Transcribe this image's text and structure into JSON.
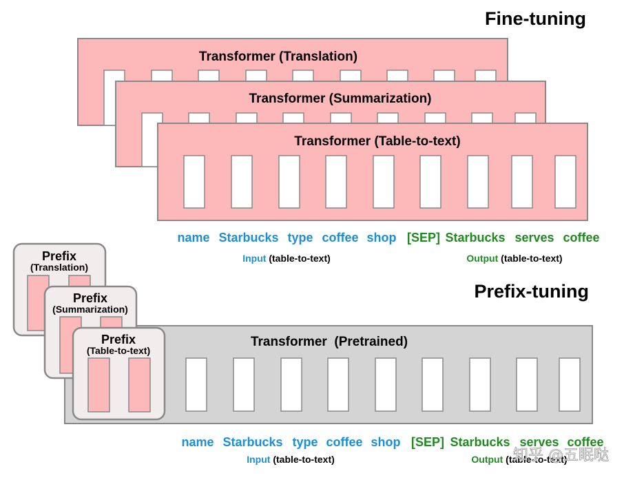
{
  "fine_tuning": {
    "heading": "Fine-tuning",
    "transformers": [
      {
        "title": "Transformer (Translation)"
      },
      {
        "title": "Transformer (Summarization)"
      },
      {
        "title": "Transformer (Table-to-text)"
      }
    ],
    "tokens": [
      {
        "text": "name",
        "role": "input"
      },
      {
        "text": "Starbucks",
        "role": "input"
      },
      {
        "text": "type",
        "role": "input"
      },
      {
        "text": "coffee",
        "role": "input"
      },
      {
        "text": "shop",
        "role": "input"
      },
      {
        "text": "[SEP]",
        "role": "output"
      },
      {
        "text": "Starbucks",
        "role": "output"
      },
      {
        "text": "serves",
        "role": "output"
      },
      {
        "text": "coffee",
        "role": "output"
      }
    ],
    "input_label": {
      "word": "Input",
      "rest": "(table-to-text)"
    },
    "output_label": {
      "word": "Output",
      "rest": "(table-to-text)"
    }
  },
  "prefix_tuning": {
    "heading": "Prefix-tuning",
    "prefixes": [
      {
        "title": "Prefix",
        "subtitle": "(Translation)"
      },
      {
        "title": "Prefix",
        "subtitle": "(Summarization)"
      },
      {
        "title": "Prefix",
        "subtitle": "(Table-to-text)"
      }
    ],
    "transformer_title": "Transformer  (Pretrained)",
    "tokens": [
      {
        "text": "name",
        "role": "input"
      },
      {
        "text": "Starbucks",
        "role": "input"
      },
      {
        "text": "type",
        "role": "input"
      },
      {
        "text": "coffee",
        "role": "input"
      },
      {
        "text": "shop",
        "role": "input"
      },
      {
        "text": "[SEP]",
        "role": "output"
      },
      {
        "text": "Starbucks",
        "role": "output"
      },
      {
        "text": "serves",
        "role": "output"
      },
      {
        "text": "coffee",
        "role": "output"
      }
    ],
    "input_label": {
      "word": "Input",
      "rest": "(table-to-text)"
    },
    "output_label": {
      "word": "Output",
      "rest": "(table-to-text)"
    }
  },
  "watermark": "知乎 @五眠哒",
  "colors": {
    "pink": "#fdb8ba",
    "gray": "#d4d4d4",
    "prefix_card": "#f2eded",
    "border": "#888888",
    "input_blue": "#1a8fd6",
    "output_green": "#1f8a1f",
    "text": "#000000"
  }
}
